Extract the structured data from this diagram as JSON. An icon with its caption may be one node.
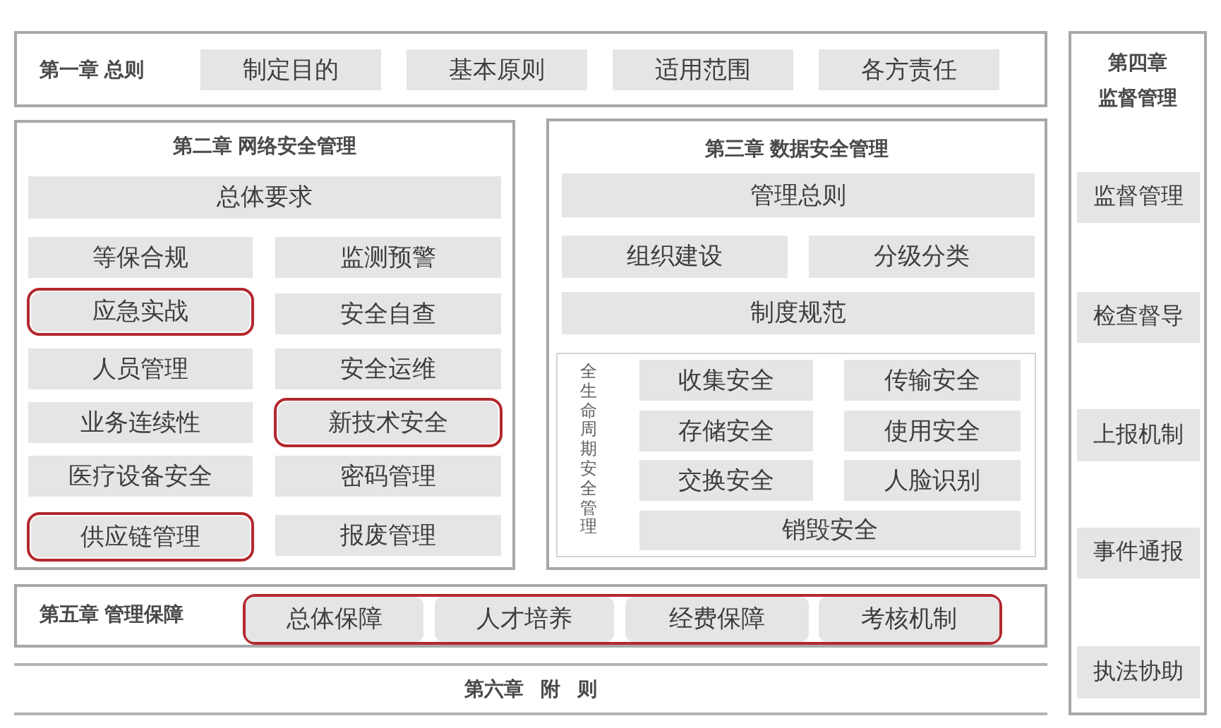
{
  "diagram": {
    "nodes": [
      {
        "text": [
          "第一章 总则"
        ]
      },
      {
        "text": [
          "制定目的"
        ],
        "in": 0
      },
      {
        "text": [
          "基本原则"
        ],
        "in": 0
      },
      {
        "text": [
          "适用范围"
        ],
        "in": 0
      },
      {
        "text": [
          "各方责任"
        ],
        "in": 0
      },
      {
        "text": [
          "第二章 网络安全管理"
        ]
      },
      {
        "text": [
          "总体要求"
        ],
        "in": 5
      },
      {
        "text": [
          "等保合规"
        ],
        "in": 5
      },
      {
        "text": [
          "监测预警"
        ],
        "in": 5
      },
      {
        "text": [],
        "shape": "box",
        "in": 5
      },
      {
        "text": [
          "应急实战"
        ],
        "in": 9
      },
      {
        "text": [
          "安全自查"
        ],
        "in": 5
      },
      {
        "text": [
          "人员管理"
        ],
        "in": 5
      },
      {
        "text": [
          "安全运维"
        ],
        "in": 5
      },
      {
        "text": [
          "业务连续性"
        ],
        "in": 5
      },
      {
        "text": [],
        "shape": "box",
        "in": 5
      },
      {
        "text": [
          "新技术安全"
        ],
        "in": 15
      },
      {
        "text": [
          "医疗设备安全"
        ],
        "in": 5
      },
      {
        "text": [
          "密码管理"
        ],
        "in": 5
      },
      {
        "text": [],
        "shape": "box",
        "in": 5
      },
      {
        "text": [
          "供应链管理"
        ],
        "in": 19
      },
      {
        "text": [
          "报废管理"
        ],
        "in": 5
      },
      {
        "text": [
          "第三章 数据安全管理"
        ]
      },
      {
        "text": [
          "管理总则"
        ],
        "in": 22
      },
      {
        "text": [
          "组织建设"
        ],
        "in": 22
      },
      {
        "text": [
          "分级分类"
        ],
        "in": 22
      },
      {
        "text": [
          "制度规范"
        ],
        "in": 22
      },
      {
        "text": [
          "全生命周期安全管理"
        ],
        "in": 22
      },
      {
        "text": [
          "收集安全"
        ],
        "in": 27
      },
      {
        "text": [
          "传输安全"
        ],
        "in": 27
      },
      {
        "text": [
          "存储安全"
        ],
        "in": 27
      },
      {
        "text": [
          "使用安全"
        ],
        "in": 27
      },
      {
        "text": [
          "交换安全"
        ],
        "in": 27
      },
      {
        "text": [
          "人脸识别"
        ],
        "in": 27
      },
      {
        "text": [
          "销毁安全"
        ],
        "in": 27
      },
      {
        "text": [
          "第四章",
          "监督管理"
        ]
      },
      {
        "text": [
          "监督管理"
        ],
        "in": 35
      },
      {
        "text": [
          "检查督导"
        ],
        "in": 35
      },
      {
        "text": [
          "上报机制"
        ],
        "in": 35
      },
      {
        "text": [
          "事件通报"
        ],
        "in": 35
      },
      {
        "text": [
          "执法协助"
        ],
        "in": 35
      },
      {
        "text": [
          "第五章 管理保障"
        ]
      },
      {
        "text": [],
        "shape": "box",
        "in": 41
      },
      {
        "text": [
          "总体保障"
        ],
        "in": 42
      },
      {
        "text": [
          "人才培养"
        ],
        "in": 42
      },
      {
        "text": [
          "经费保障"
        ],
        "in": 42
      },
      {
        "text": [
          "考核机制"
        ],
        "in": 42
      },
      {
        "text": [
          "第六章 附 则"
        ]
      }
    ]
  }
}
